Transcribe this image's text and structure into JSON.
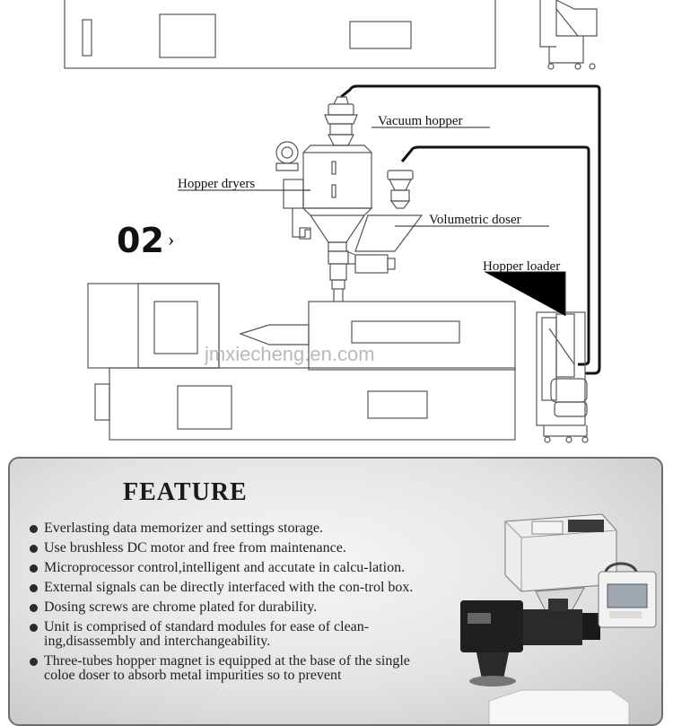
{
  "diagram": {
    "step_number": "02",
    "step_chevron": "›",
    "labels": {
      "vacuum_hopper": "Vacuum hopper",
      "hopper_dryers": "Hopper dryers",
      "volumetric_doser": "Volumetric doser",
      "hopper_loader": "Hopper loader"
    },
    "watermark": "jmxiecheng.en.com"
  },
  "feature": {
    "title": "FEATURE",
    "items": [
      "Everlasting data memorizer and settings storage.",
      "Use brushless DC motor and free from maintenance.",
      "Microprocessor control,intelligent and accutate in calcu-lation.",
      "External signals can be directly interfaced with the con-trol box.",
      "Dosing screws are chrome plated for durability.",
      "Unit is comprised of standard modules for ease of clean-ing,disassembly and interchangeability.",
      "Three-tubes hopper magnet is equipped at the base of the single coloe doser to absorb metal impurities so to prevent"
    ],
    "product_pic_icons": [
      "volumetric-doser-unit-image",
      "control-box-image"
    ]
  }
}
